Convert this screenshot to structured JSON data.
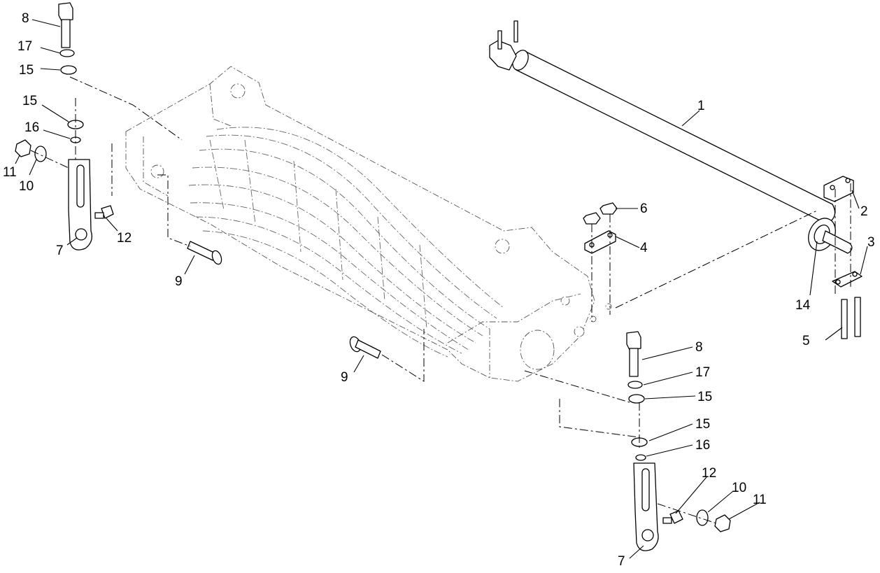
{
  "callouts": [
    {
      "id": "c8a",
      "text": "8"
    },
    {
      "id": "c17a",
      "text": "17"
    },
    {
      "id": "c15a",
      "text": "15"
    },
    {
      "id": "c15b",
      "text": "15"
    },
    {
      "id": "c16a",
      "text": "16"
    },
    {
      "id": "c11a",
      "text": "11"
    },
    {
      "id": "c10a",
      "text": "10"
    },
    {
      "id": "c12a",
      "text": "12"
    },
    {
      "id": "c7a",
      "text": "7"
    },
    {
      "id": "c9a",
      "text": "9"
    },
    {
      "id": "c1",
      "text": "1"
    },
    {
      "id": "c2",
      "text": "2"
    },
    {
      "id": "c3",
      "text": "3"
    },
    {
      "id": "c6",
      "text": "6"
    },
    {
      "id": "c4",
      "text": "4"
    },
    {
      "id": "c14",
      "text": "14"
    },
    {
      "id": "c5",
      "text": "5"
    },
    {
      "id": "c8b",
      "text": "8"
    },
    {
      "id": "c9b",
      "text": "9"
    },
    {
      "id": "c17b",
      "text": "17"
    },
    {
      "id": "c15c",
      "text": "15"
    },
    {
      "id": "c15d",
      "text": "15"
    },
    {
      "id": "c16b",
      "text": "16"
    },
    {
      "id": "c12b",
      "text": "12"
    },
    {
      "id": "c10b",
      "text": "10"
    },
    {
      "id": "c11b",
      "text": "11"
    },
    {
      "id": "c7b",
      "text": "7"
    }
  ]
}
